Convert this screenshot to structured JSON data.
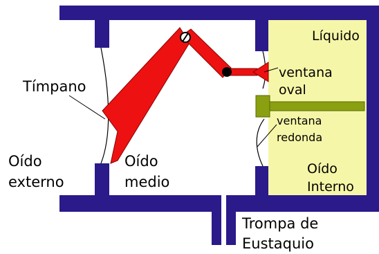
{
  "diagram": {
    "labels": {
      "liquido": "Líquido",
      "timpano": "Tímpano",
      "ventana_oval_1": "ventana",
      "ventana_oval_2": "oval",
      "ventana_redonda_1": "ventana",
      "ventana_redonda_2": "redonda",
      "oido_externo_1": "Oído",
      "oido_externo_2": "externo",
      "oido_medio_1": "Oído",
      "oido_medio_2": "medio",
      "oido_interno_1": "Oído",
      "oido_interno_2": "Interno",
      "trompa_1": "Trompa de",
      "trompa_2": "Eustaquio"
    },
    "colors": {
      "wall": "#2a1a8a",
      "liquid": "#f6f6a8",
      "ossicle": "#ee1111",
      "stapes_bar": "#8aa010",
      "membrane": "#000000"
    }
  }
}
